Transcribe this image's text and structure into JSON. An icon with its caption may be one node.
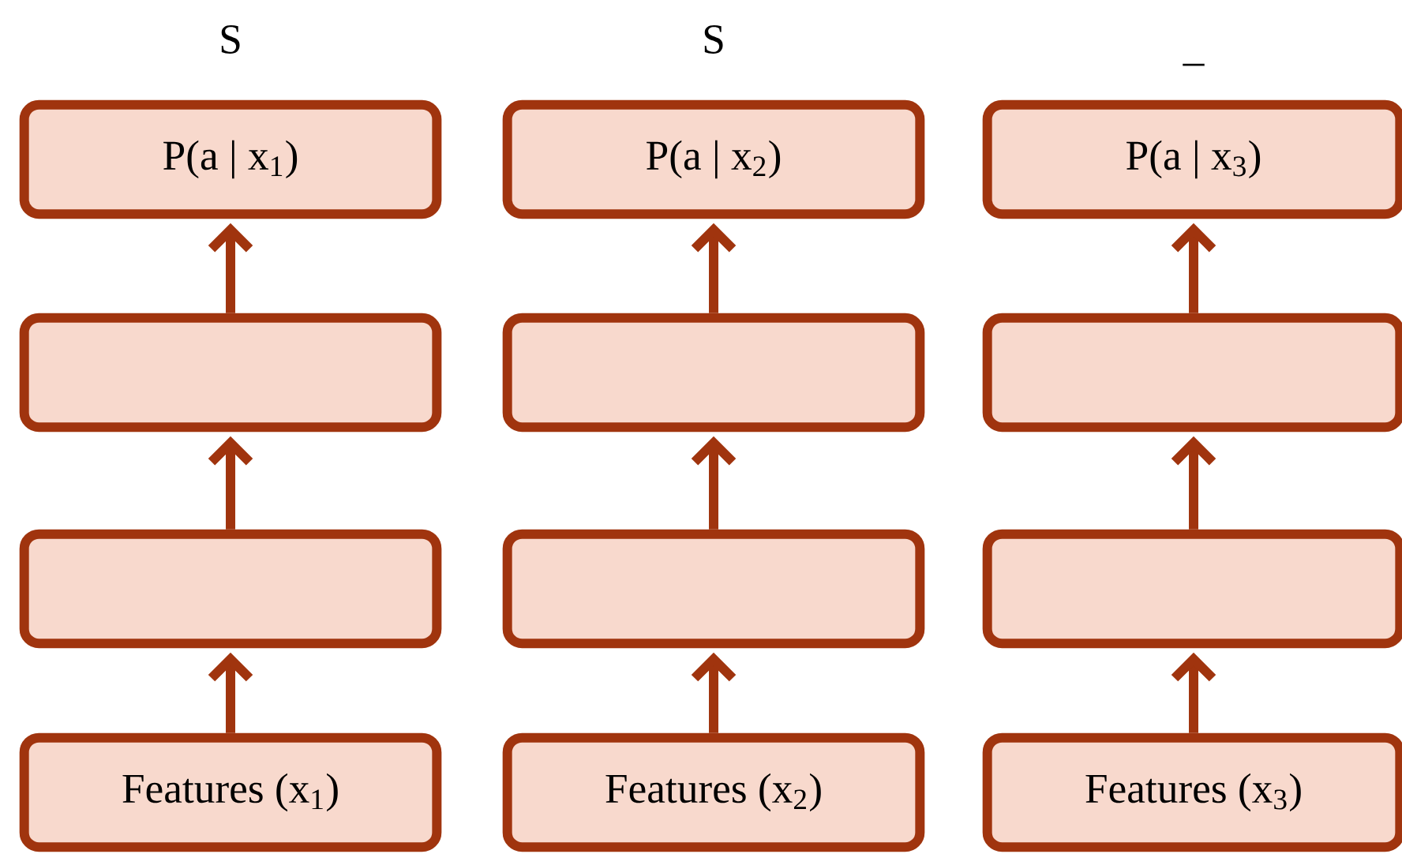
{
  "diagram": {
    "nodes": [
      {
        "text": [
          "P(a | x$_{1}$)"
        ]
      },
      {
        "text": [
          "P(a | x$_{2}$)"
        ]
      },
      {
        "text": [
          "P(a | x$_{3}$)"
        ]
      },
      {
        "text": [],
        "shape": "box"
      },
      {
        "text": [],
        "shape": "box"
      },
      {
        "text": [],
        "shape": "box"
      },
      {
        "text": [],
        "shape": "box"
      },
      {
        "text": [],
        "shape": "box"
      },
      {
        "text": [],
        "shape": "box"
      },
      {
        "text": [
          "Features (x$_{1}$)"
        ]
      },
      {
        "text": [
          "Features (x$_{2}$)"
        ]
      },
      {
        "text": [
          "Features (x$_{3}$)"
        ]
      }
    ],
    "edges": [
      {
        "from": 3,
        "to": 0,
        "arrow": "to"
      },
      {
        "from": 4,
        "to": 1,
        "arrow": "to"
      },
      {
        "from": 5,
        "to": 2,
        "arrow": "to"
      },
      {
        "from": 6,
        "to": 3,
        "arrow": "to"
      },
      {
        "from": 7,
        "to": 4,
        "arrow": "to"
      },
      {
        "from": 8,
        "to": 5,
        "arrow": "to"
      },
      {
        "from": 9,
        "to": 6,
        "arrow": "to"
      },
      {
        "from": 10,
        "to": 7,
        "arrow": "to"
      },
      {
        "from": 11,
        "to": 8,
        "arrow": "to"
      }
    ],
    "labels": [
      "S",
      "S",
      "_"
    ]
  }
}
